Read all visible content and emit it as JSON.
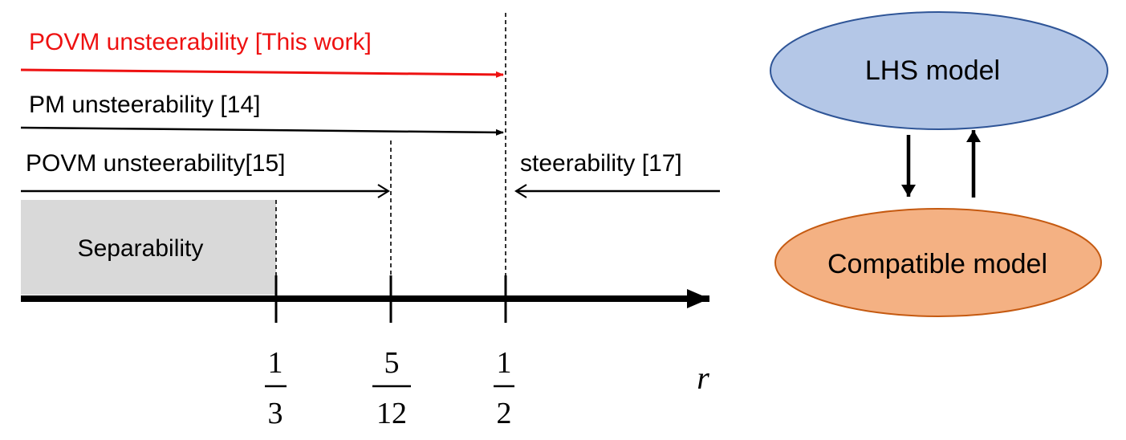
{
  "labels": {
    "povm_this_work": "POVM unsteerability [This work]",
    "pm_unsteer": "PM unsteerability [14]",
    "povm_15": "POVM unsteerability[15]",
    "steerability": "steerability [17]",
    "separability": "Separability",
    "axis_var": "r"
  },
  "ticks": [
    {
      "num": "1",
      "den": "3"
    },
    {
      "num": "5",
      "den": "12"
    },
    {
      "num": "1",
      "den": "2"
    }
  ],
  "models": {
    "lhs": "LHS model",
    "compatible": "Compatible model"
  },
  "colors": {
    "highlight": "#ee1111",
    "lhs_fill": "#b4c7e7",
    "lhs_stroke": "#2f5597",
    "compat_fill": "#f4b183",
    "compat_stroke": "#c55a11",
    "separability_fill": "#d9d9d9"
  }
}
